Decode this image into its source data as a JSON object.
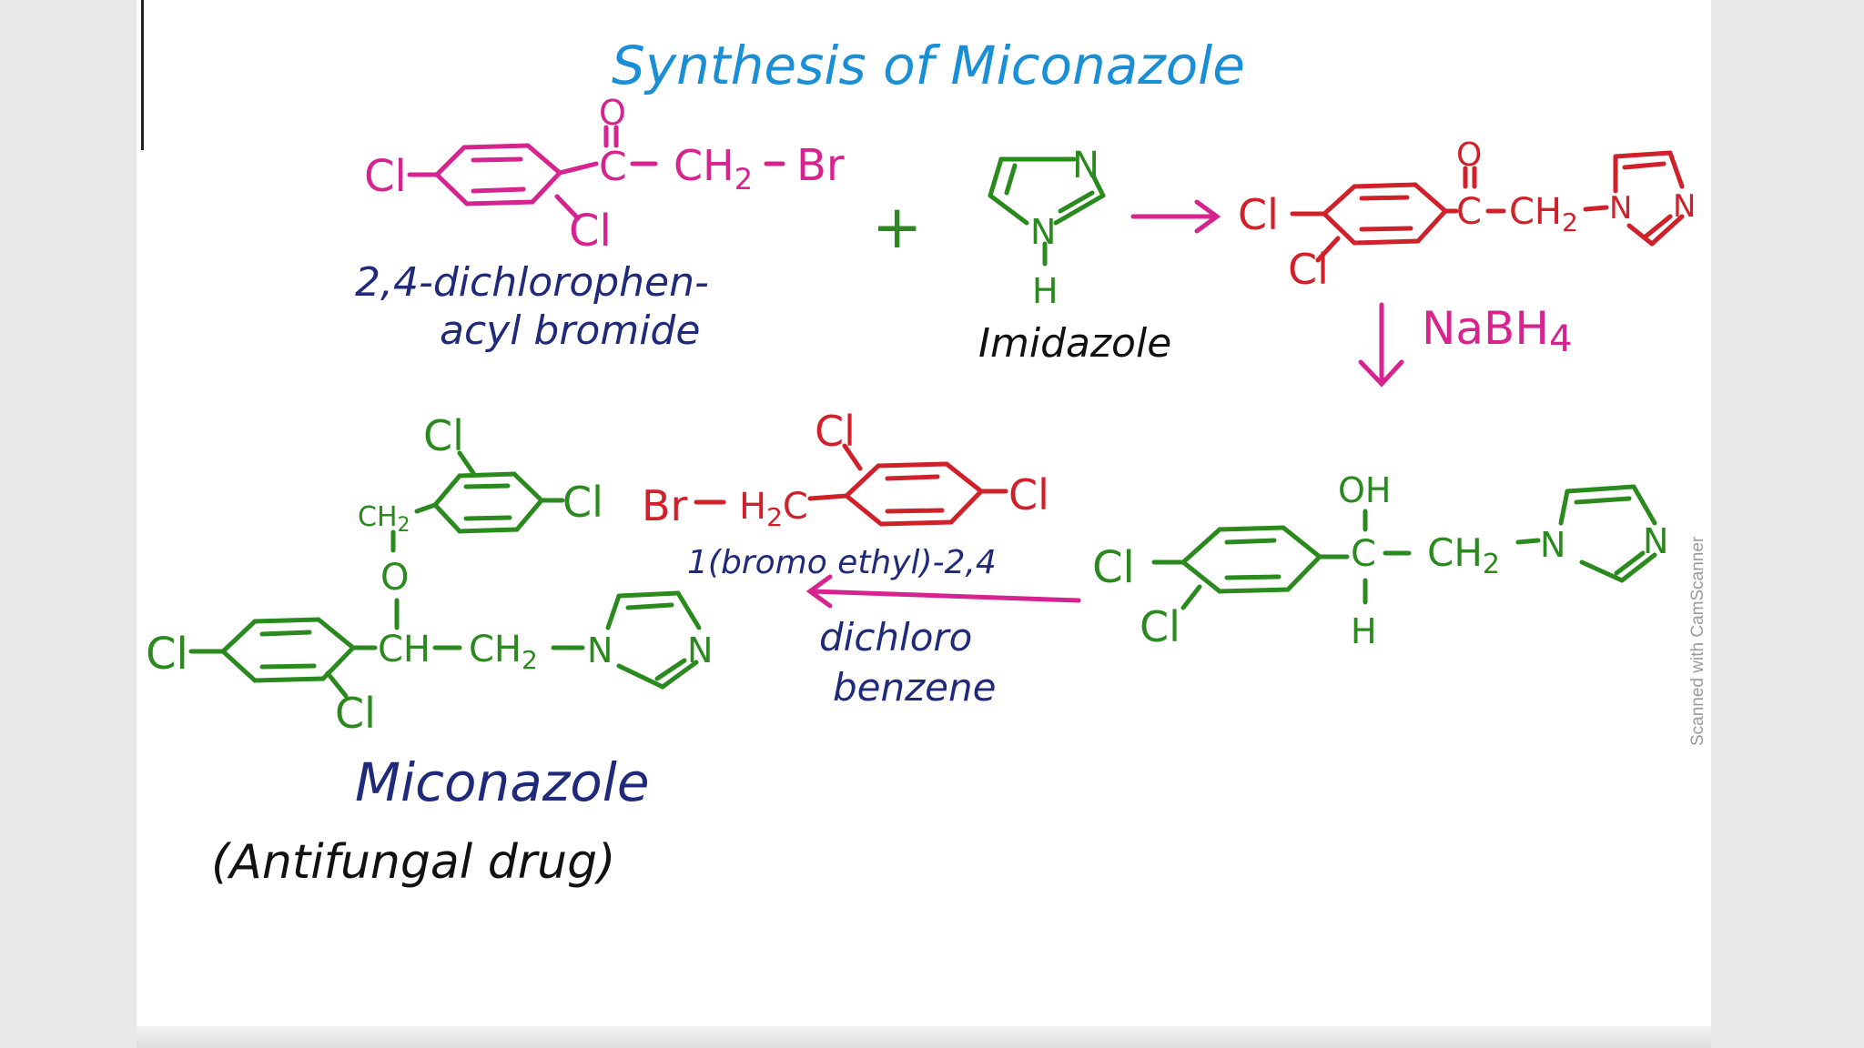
{
  "title": "Synthesis of Miconazole",
  "colors": {
    "title": "#1a8fd6",
    "reagent": "#d6238f",
    "product_red": "#d0202a",
    "green": "#2a8a1e",
    "navy": "#1f2a7a",
    "black": "#111111",
    "arrow_magenta": "#d6238f"
  },
  "reactant1": {
    "carbonyl_o": "O",
    "carbonyl_c": "C",
    "ch2": "CH",
    "ch2_sub": "2",
    "br": "Br",
    "cl_left": "Cl",
    "cl_ortho": "Cl",
    "name_line1": "2,4-dichlorophen-",
    "name_line2": "acyl bromide"
  },
  "plus": "+",
  "imidazole": {
    "n_top": "N",
    "n_bottom": "N",
    "h": "H",
    "name": "Imidazole"
  },
  "intermediate1": {
    "cl_left": "Cl",
    "cl_lower": "Cl",
    "o": "O",
    "c": "C",
    "ch2": "CH",
    "ch2_sub": "2",
    "n1": "N",
    "n2": "N"
  },
  "reduction": {
    "reagent": "NaBH",
    "reagent_sub": "4"
  },
  "intermediate2": {
    "oh": "OH",
    "c": "C",
    "h": "H",
    "ch2": "CH",
    "ch2_sub": "2",
    "n1": "N",
    "n2": "N",
    "cl_left": "Cl",
    "cl_lower": "Cl"
  },
  "reagent2": {
    "br": "Br",
    "h2c": "H",
    "h2c_sub": "2",
    "h2c_c": "C",
    "cl_top": "Cl",
    "cl_right": "Cl",
    "name_line1": "1(bromo ethyl)-2,4",
    "name_line2": "dichloro",
    "name_line3": "benzene"
  },
  "miconazole": {
    "cl_top": "Cl",
    "cl_right": "Cl",
    "ch2": "CH",
    "ch2_sub": "2",
    "o": "O",
    "ch": "CH",
    "ch2b": "CH",
    "ch2b_sub": "2",
    "n1": "N",
    "n2": "N",
    "cl_left": "Cl",
    "cl_lower": "Cl",
    "name": "Miconazole",
    "subtitle": "(Antifungal drug)"
  },
  "watermark": "Scanned with CamScanner"
}
